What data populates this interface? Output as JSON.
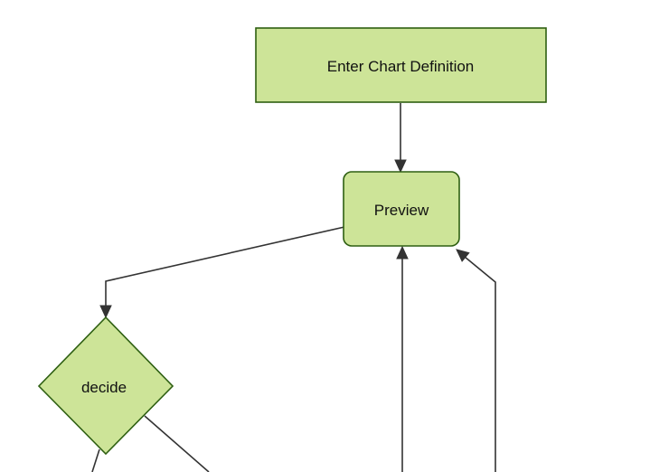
{
  "colors": {
    "background": "#ffffff",
    "node_fill": "#cde498",
    "node_border": "#2e5f12",
    "edge": "#333333",
    "label": "#111111"
  },
  "diagram": {
    "type": "flowchart",
    "nodes": [
      {
        "id": "enter-chart-definition",
        "shape": "rectangle",
        "label": "Enter Chart Definition"
      },
      {
        "id": "preview",
        "shape": "rounded-rectangle",
        "label": "Preview"
      },
      {
        "id": "decide",
        "shape": "diamond",
        "label": "decide"
      }
    ],
    "edges": [
      {
        "from": "enter-chart-definition",
        "to": "preview",
        "arrow": true
      },
      {
        "from": "preview",
        "to": "decide",
        "arrow": true
      },
      {
        "from": "offscreen-bottom-1",
        "to": "preview",
        "arrow": true
      },
      {
        "from": "offscreen-bottom-2",
        "to": "preview",
        "arrow": true
      },
      {
        "from": "decide",
        "to": "offscreen-bottom-left",
        "arrow": false
      },
      {
        "from": "decide",
        "to": "offscreen-bottom-right",
        "arrow": false
      }
    ]
  }
}
